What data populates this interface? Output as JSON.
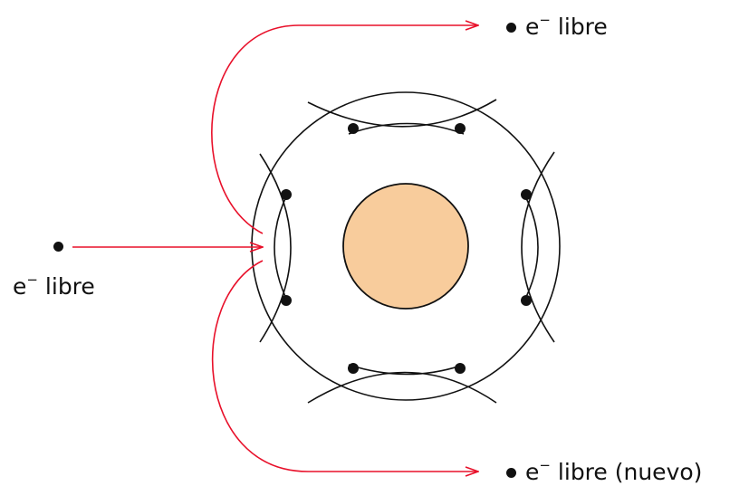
{
  "colors": {
    "ion_fill": "#F8CC9C",
    "arrow": "#E8102A",
    "line": "#111111",
    "background": "#FFFFFF"
  },
  "labels": {
    "free_electron_left": {
      "symbol": "e",
      "charge": "−",
      "text": "libre"
    },
    "free_electron_top": {
      "symbol": "e",
      "charge": "−",
      "text": "libre"
    },
    "free_electron_bottom": {
      "symbol": "e",
      "charge": "−",
      "text": "libre (nuevo)"
    }
  },
  "lattice": {
    "central_ion": "positive-ion",
    "bonded_electrons": 8,
    "electron_pairs": 4
  }
}
